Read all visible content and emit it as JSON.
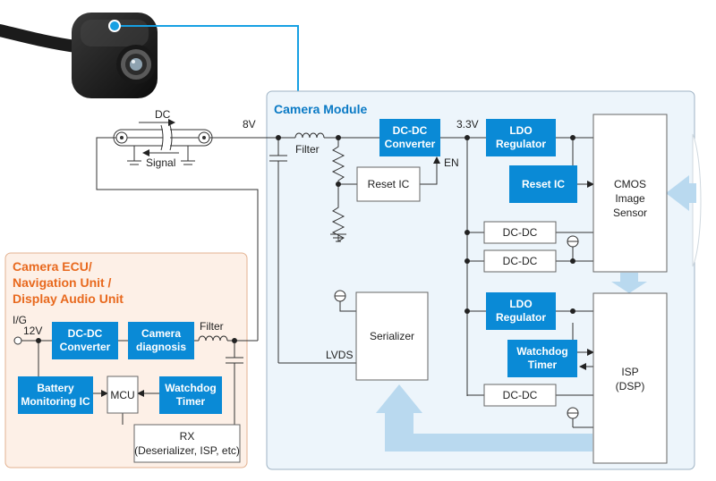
{
  "colors": {
    "camera_module_bg": "#edf5fb",
    "camera_module_border": "#9fb3c4",
    "ecu_bg": "#fdf0e7",
    "ecu_border": "#e3b291",
    "block_blue": "#0a8ad6",
    "title_blue": "#0a7ac5",
    "title_orange": "#e8691e",
    "leader_blue": "#16a0e3",
    "arrow_blue": "#b9d9ef"
  },
  "camera_module": {
    "title": "Camera Module",
    "dcdc_converter": "DC-DC Converter",
    "filter": "Filter",
    "reset_ic_left": "Reset IC",
    "en": "EN",
    "v33": "3.3V",
    "ldo_top": "LDO Regulator",
    "reset_ic_blue": "Reset IC",
    "dcdc_1": "DC-DC",
    "dcdc_2": "DC-DC",
    "dcdc_3": "DC-DC",
    "ldo_bottom": "LDO Regulator",
    "watchdog": "Watchdog Timer",
    "cmos": "CMOS Image Sensor",
    "isp": "ISP (DSP)",
    "serializer": "Serializer",
    "lvds": "LVDS"
  },
  "cable": {
    "dc": "DC",
    "signal": "Signal",
    "v8": "8V"
  },
  "ecu": {
    "title": "Camera ECU/ Navigation Unit / Display Audio Unit",
    "ig": "I/G",
    "v12": "12V",
    "dcdc_converter": "DC-DC Converter",
    "camera_diagnosis": "Camera diagnosis",
    "filter": "Filter",
    "battery_ic": "Battery Monitoring IC",
    "mcu": "MCU",
    "watchdog": "Watchdog Timer",
    "rx_title": "RX",
    "rx_sub": "(Deserializer, ISP, etc)"
  }
}
